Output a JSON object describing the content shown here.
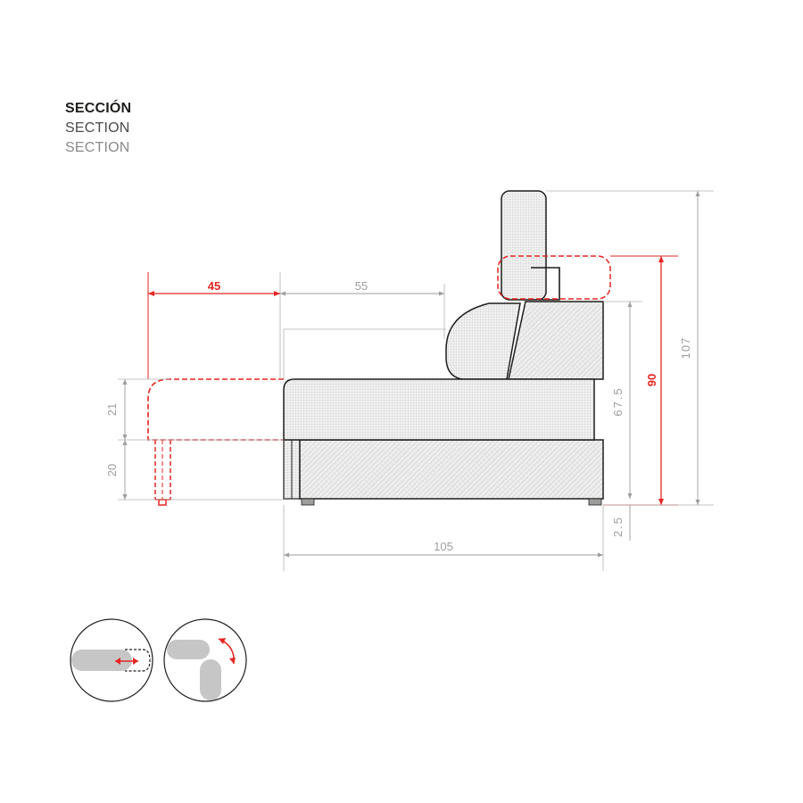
{
  "titles": {
    "es": "SECCIÓN",
    "en": "SECTION",
    "fr": "SECTION"
  },
  "dimensions": {
    "extension_depth": "45",
    "seat_depth": "55",
    "extension_height": "21",
    "leg_height": "20",
    "back_height": "67.5",
    "reclined_height": "90",
    "total_height": "107",
    "foot_height": "2.5",
    "total_depth": "105"
  },
  "colors": {
    "accent": "#e52521",
    "line": "#1d1d1b",
    "dim_line": "#9d9d9c",
    "fill": "#ededed"
  },
  "icons": [
    "slide-extension-icon",
    "rotate-headrest-icon"
  ]
}
